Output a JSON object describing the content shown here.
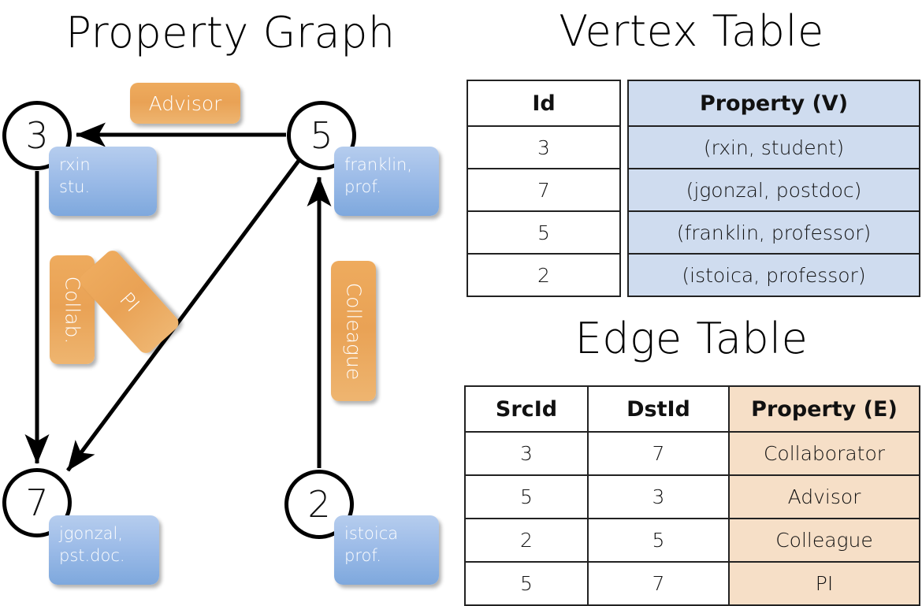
{
  "titles": {
    "property_graph": "Property Graph",
    "vertex_table": "Vertex Table",
    "edge_table": "Edge Table"
  },
  "graph": {
    "vertices": [
      {
        "id": "3",
        "property": "rxin\nstu."
      },
      {
        "id": "5",
        "property": "franklin,\nprof."
      },
      {
        "id": "7",
        "property": "jgonzal,\npst.doc."
      },
      {
        "id": "2",
        "property": "istoica\nprof."
      }
    ],
    "edge_labels": [
      {
        "name": "advisor",
        "text": "Advisor",
        "src": "5",
        "dst": "3"
      },
      {
        "name": "collab",
        "text": "Collab.",
        "src": "3",
        "dst": "7"
      },
      {
        "name": "pi",
        "text": "PI",
        "src": "5",
        "dst": "7"
      },
      {
        "name": "colleague",
        "text": "Colleague",
        "src": "2",
        "dst": "5"
      }
    ]
  },
  "vertex_table": {
    "headers": [
      "Id",
      "Property (V)"
    ],
    "rows": [
      {
        "id": "3",
        "property": "(rxin, student)"
      },
      {
        "id": "7",
        "property": "(jgonzal, postdoc)"
      },
      {
        "id": "5",
        "property": "(franklin, professor)"
      },
      {
        "id": "2",
        "property": "(istoica, professor)"
      }
    ]
  },
  "edge_table": {
    "headers": [
      "SrcId",
      "DstId",
      "Property (E)"
    ],
    "rows": [
      {
        "src": "3",
        "dst": "7",
        "property": "Collaborator"
      },
      {
        "src": "5",
        "dst": "3",
        "property": "Advisor"
      },
      {
        "src": "2",
        "dst": "5",
        "property": "Colleague"
      },
      {
        "src": "5",
        "dst": "7",
        "property": "PI"
      }
    ]
  },
  "colors": {
    "vertex_property_fill": "#cfdcef",
    "edge_property_fill": "#f6dfc7",
    "node_box_blue": "#9dbce8",
    "edge_label_orange": "#e9a255",
    "background": "#ffffff",
    "stroke": "#000000"
  }
}
